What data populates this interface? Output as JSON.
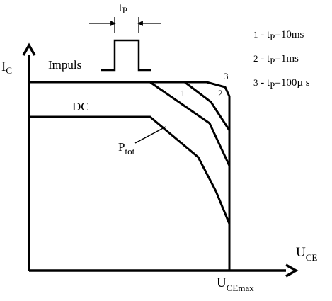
{
  "axes": {
    "y_label": "I",
    "y_label_sub": "C",
    "x_label": "U",
    "x_label_sub": "CE",
    "x_max_label": "U",
    "x_max_label_sub": "CEmax"
  },
  "pulse": {
    "width_label": "t",
    "width_label_sub": "P",
    "label": "Impuls"
  },
  "curve_labels": {
    "dc": "DC",
    "ptot": "P",
    "ptot_sub": "tot",
    "c1": "1",
    "c2": "2",
    "c3": "3"
  },
  "legend": [
    {
      "num": "1",
      "text_a": " - t",
      "sub": "P",
      "text_b": "=10ms"
    },
    {
      "num": "2",
      "text_a": " - t",
      "sub": "P",
      "text_b": "=1ms"
    },
    {
      "num": "3",
      "text_a": " - t",
      "sub": "P",
      "text_b": "=100µ s"
    }
  ]
}
